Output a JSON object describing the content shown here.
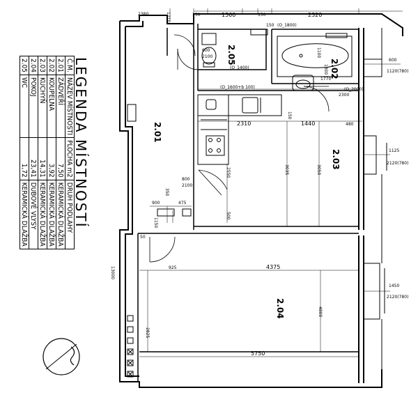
{
  "legend": {
    "title": "LEGENDA MÍSTNOSTÍ",
    "headers": [
      "Č.M.",
      "NÁZEV MÍSTNOSTI",
      "PLOCHA m2",
      "DRUH PODLAHY"
    ],
    "rows": [
      [
        "2.01",
        "ZÁDVEŘÍ",
        "7,50",
        "KERAMICKÁ DLAŽBA"
      ],
      [
        "2.02",
        "KOUPELNA",
        "3,92",
        "KERAMICKÁ DLAŽBA"
      ],
      [
        "2.03",
        "KUCHYŇ",
        "14,31",
        "KERAMICKÁ DLAŽBA"
      ],
      [
        "2.04",
        "POKOJ",
        "23,41",
        "DUBOVÉ VLYSY"
      ],
      [
        "2.05",
        "WC",
        "1,72",
        "KERAMICKÁ DLAŽBA"
      ]
    ]
  },
  "rooms": {
    "r201": "2.01",
    "r202": "2.02",
    "r203": "2.03",
    "r204": "2.04",
    "r205": "2.05"
  },
  "dims": {
    "d1210": "1210",
    "d2380": "2380",
    "d150a": "150",
    "d1560": "1560",
    "d150b": "150",
    "d2320": "2320",
    "d150c": "150",
    "d_o1800a": "(O_1800)",
    "d600a": "600",
    "d2100a": "2100",
    "d_o1400": "(O_1400)",
    "d1100": "1100",
    "d1800": "1800",
    "d1770": "1770",
    "d600b": "600",
    "d1120": "1120(780)",
    "d_o2000": "(O_2000)",
    "d_o1600": "(O_1600+b 100)",
    "d2300": "2300",
    "d2310": "2310",
    "d150d": "150",
    "d1440": "1440",
    "d480": "480",
    "d1125": "1125",
    "d2120a": "2120(780)",
    "d2550": "2550",
    "d3035": "3035",
    "d3050": "3050",
    "d800": "800",
    "d2100b": "2100",
    "d900": "900",
    "d475": "475",
    "d350": "350",
    "d500": "500",
    "d925": "925",
    "d4375": "4375",
    "d1450": "1450",
    "d2120b": "2120(780)",
    "d4800": "4800",
    "d2825": "2825",
    "d5750": "5750",
    "d13000": "13000",
    "d50": "50",
    "d1150": "1150"
  }
}
